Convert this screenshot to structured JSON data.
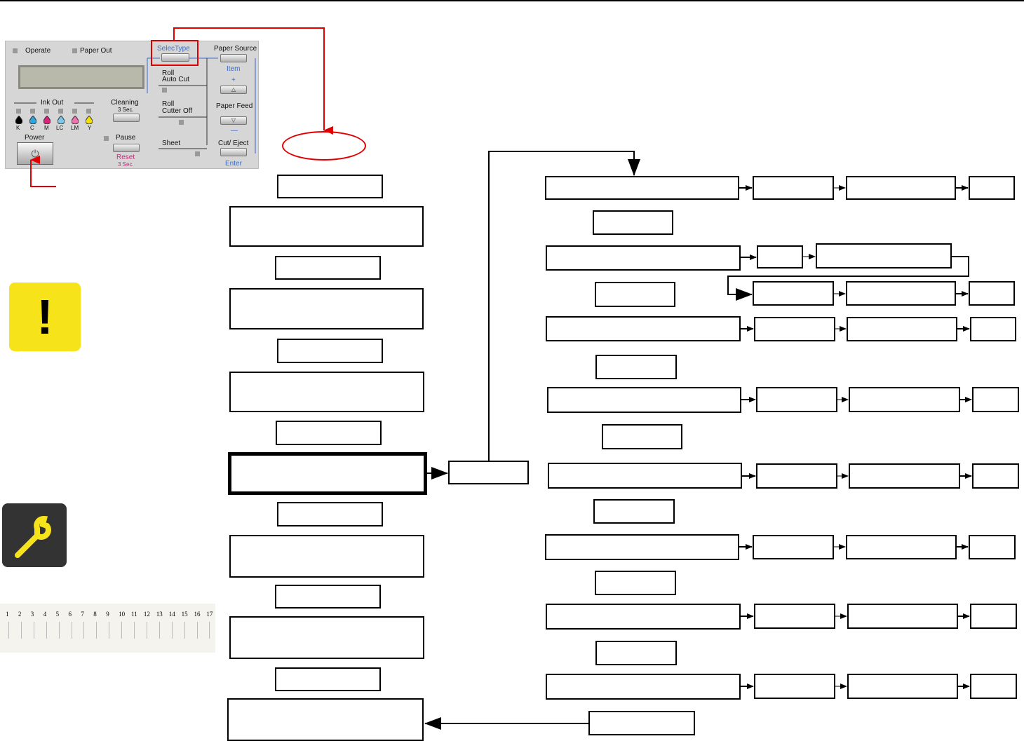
{
  "panel": {
    "operate": "Operate",
    "paper_out": "Paper Out",
    "select_type": "SelecType",
    "paper_source": "Paper Source",
    "item": "Item",
    "roll_auto_cut_1": "Roll",
    "roll_auto_cut_2": "Auto Cut",
    "plus": "+",
    "paper_feed": "Paper Feed",
    "minus": "—",
    "ink_out": "Ink Out",
    "cleaning": "Cleaning",
    "cleaning_sub": "3 Sec.",
    "roll_cutter_off_1": "Roll",
    "roll_cutter_off_2": "Cutter Off",
    "power": "Power",
    "pause": "Pause",
    "reset": "Reset",
    "reset_sub": "3 Sec.",
    "sheet": "Sheet",
    "cut_eject": "Cut/ Eject",
    "enter": "Enter",
    "inks": [
      "K",
      "C",
      "M",
      "LC",
      "LM",
      "Y"
    ],
    "ink_colors": [
      "#000000",
      "#2aa6e0",
      "#e0207a",
      "#7cc8ea",
      "#f070b0",
      "#f2e000"
    ],
    "up_glyph": "△",
    "down_glyph": "▽",
    "power_glyph": "⏻"
  },
  "icons": {
    "warning": "warning-icon",
    "warning_glyph": "!",
    "tool": "wrench-icon"
  },
  "alignment_scale": {
    "numbers": [
      "1",
      "2",
      "3",
      "4",
      "5",
      "6",
      "7",
      "8",
      "9",
      "10",
      "11",
      "12",
      "13",
      "14",
      "15",
      "16",
      "17"
    ]
  },
  "colors": {
    "highlight": "#e00000",
    "warning_bg": "#f7e319",
    "tool_bg": "#333333",
    "tool_fg": "#f7e319"
  }
}
